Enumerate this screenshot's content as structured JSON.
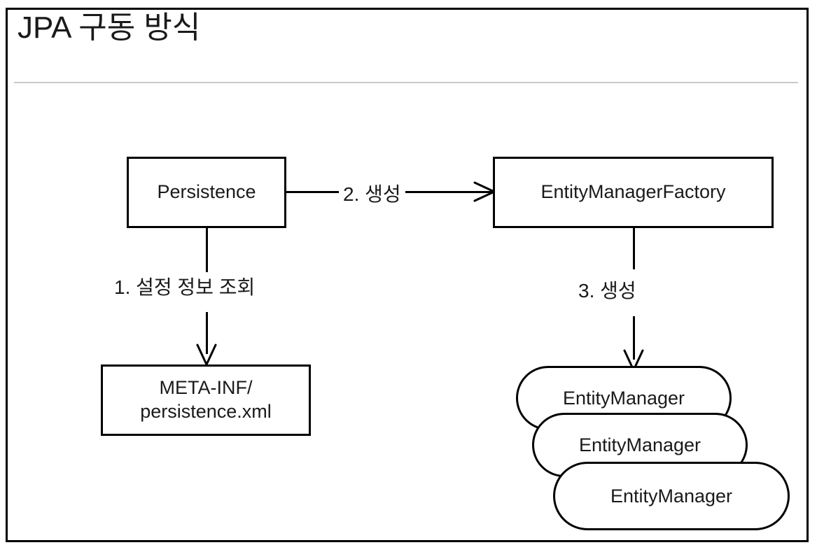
{
  "slide": {
    "title": "JPA 구동 방식",
    "frame_color": "#000000",
    "divider_color": "#c9c9c9",
    "background": "#ffffff",
    "text_color": "#1a1a1a"
  },
  "nodes": {
    "persistence": {
      "label": "Persistence"
    },
    "entity_manager_factory": {
      "label": "EntityManagerFactory"
    },
    "meta_inf": {
      "line1": "META-INF/",
      "line2": "persistence.xml"
    },
    "entity_manager_1": {
      "label": "EntityManager"
    },
    "entity_manager_2": {
      "label": "EntityManager"
    },
    "entity_manager_3": {
      "label": "EntityManager"
    }
  },
  "edges": {
    "lookup_config": {
      "label": "1. 설정 정보 조회"
    },
    "create_emf": {
      "label": "2. 생성"
    },
    "create_em": {
      "label": "3. 생성"
    }
  }
}
